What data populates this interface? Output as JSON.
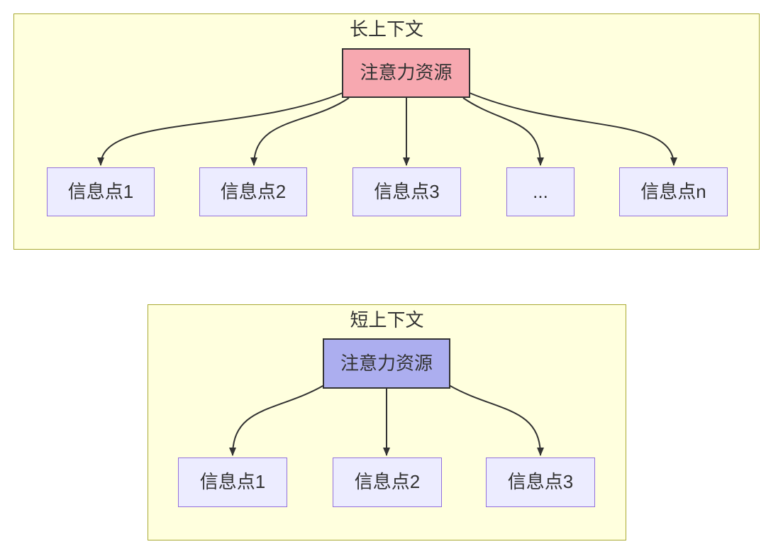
{
  "colors": {
    "canvas_bg": "#ffffff",
    "group_fill": "#ffffde",
    "group_border": "#aaaa33",
    "info_node_fill": "#ececff",
    "info_node_border": "#9370db",
    "attention_long_fill": "#f7a8b0",
    "attention_short_fill": "#acaeef",
    "attention_border": "#333333",
    "arrow_color": "#333333",
    "text_color": "#333333"
  },
  "long_context": {
    "title": "长上下文",
    "attention": "注意力资源",
    "info_points": [
      "信息点1",
      "信息点2",
      "信息点3",
      "...",
      "信息点n"
    ]
  },
  "short_context": {
    "title": "短上下文",
    "attention": "注意力资源",
    "info_points": [
      "信息点1",
      "信息点2",
      "信息点3"
    ]
  }
}
